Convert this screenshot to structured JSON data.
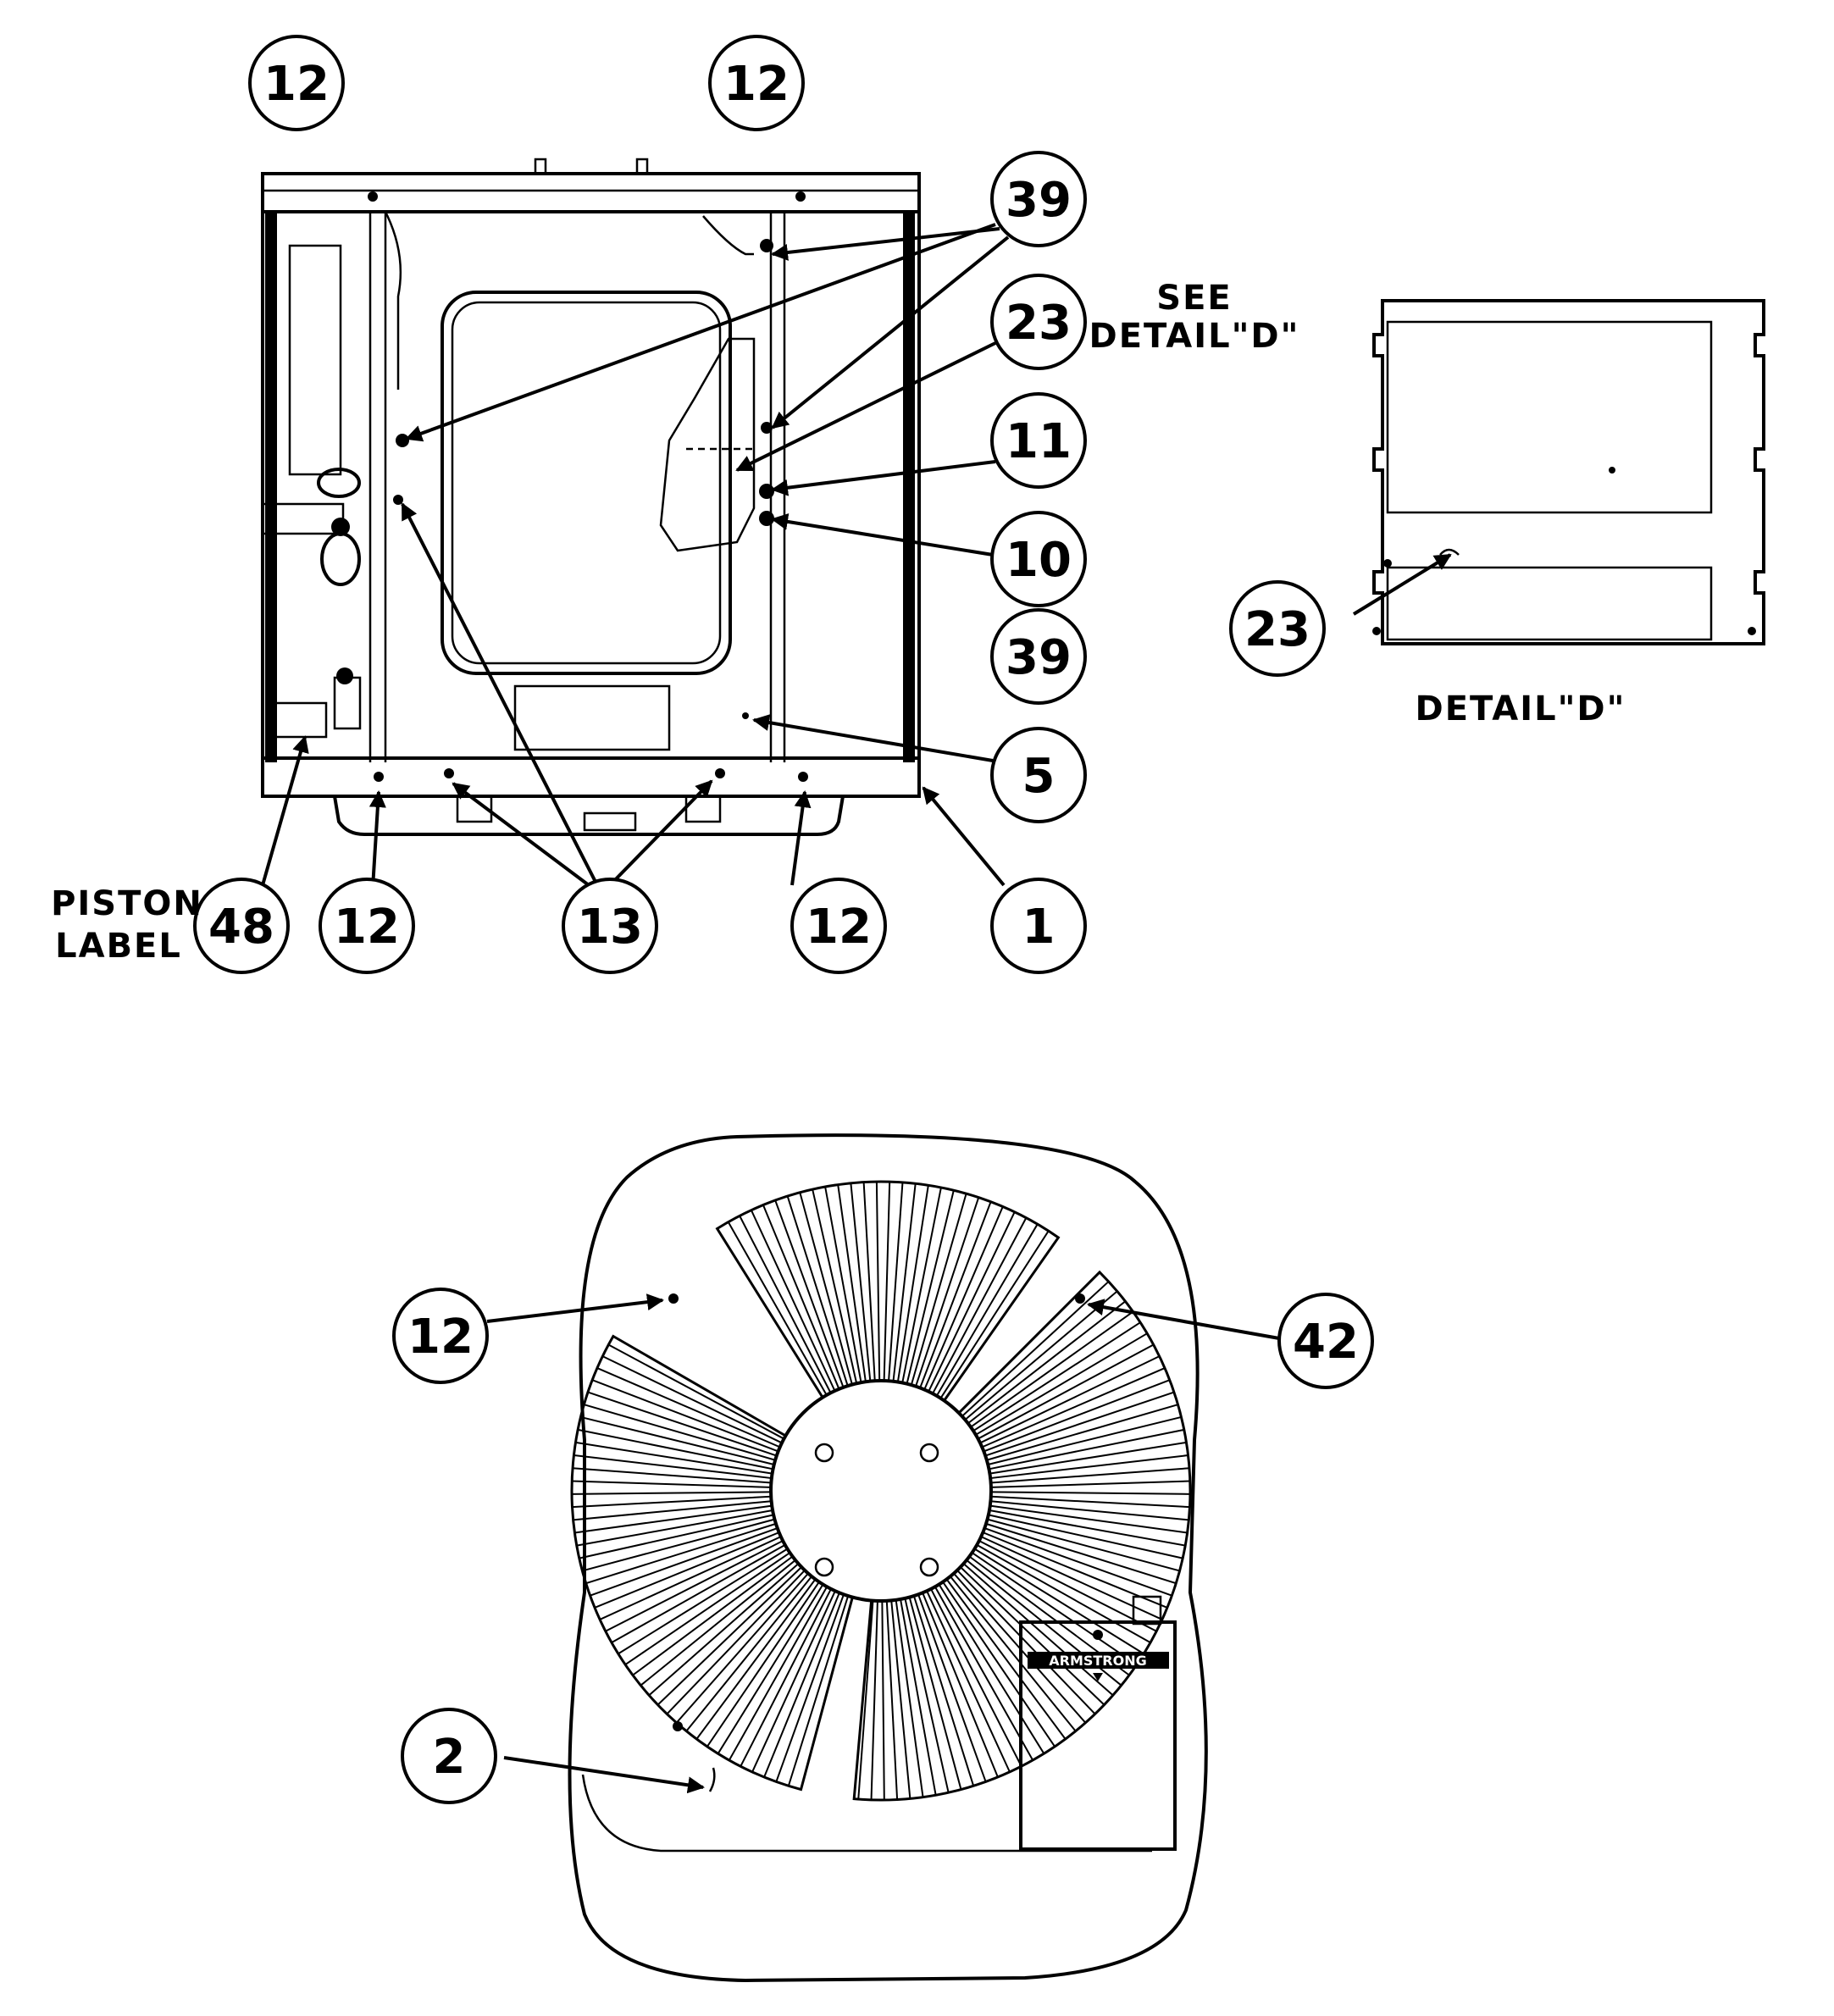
{
  "labels": {
    "see_detail": "SEE",
    "see_detail_2": "DETAIL\"D\"",
    "detail_caption": "DETAIL\"D\"",
    "piston": "PISTON",
    "piston_2": "LABEL",
    "logo_text": "ARMSTRONG"
  },
  "callouts": {
    "c12_top_left": "12",
    "c12_top_mid": "12",
    "c39_top": "39",
    "c23_top": "23",
    "c11": "11",
    "c10": "10",
    "c39_mid": "39",
    "c5": "5",
    "c48": "48",
    "c12_bot_left": "12",
    "c13": "13",
    "c12_bot_right": "12",
    "c1": "1",
    "c23_detail": "23",
    "c12_fan": "12",
    "c42": "42",
    "c2": "2"
  }
}
